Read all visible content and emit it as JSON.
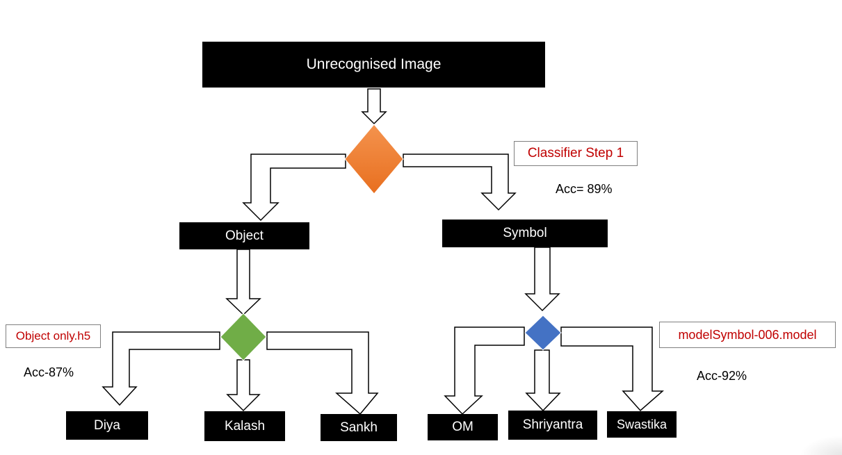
{
  "root": {
    "label": "Unrecognised Image"
  },
  "step1": {
    "classifier_label": "Classifier Step 1",
    "accuracy": "Acc= 89%",
    "color": "#ed7d31"
  },
  "object_branch": {
    "label": "Object",
    "model_label": "Object only.h5",
    "accuracy": "Acc-87%",
    "color": "#70ad47"
  },
  "symbol_branch": {
    "label": "Symbol",
    "model_label": "modelSymbol-006.model",
    "accuracy": "Acc-92%",
    "color": "#4472c4"
  },
  "leaves": {
    "diya": "Diya",
    "kalash": "Kalash",
    "sankh": "Sankh",
    "om": "OM",
    "shriyantra": "Shriyantra",
    "swastika": "Swastika"
  },
  "colors": {
    "box_fill": "#000000",
    "box_text": "#ffffff",
    "model_text": "#c00000"
  }
}
